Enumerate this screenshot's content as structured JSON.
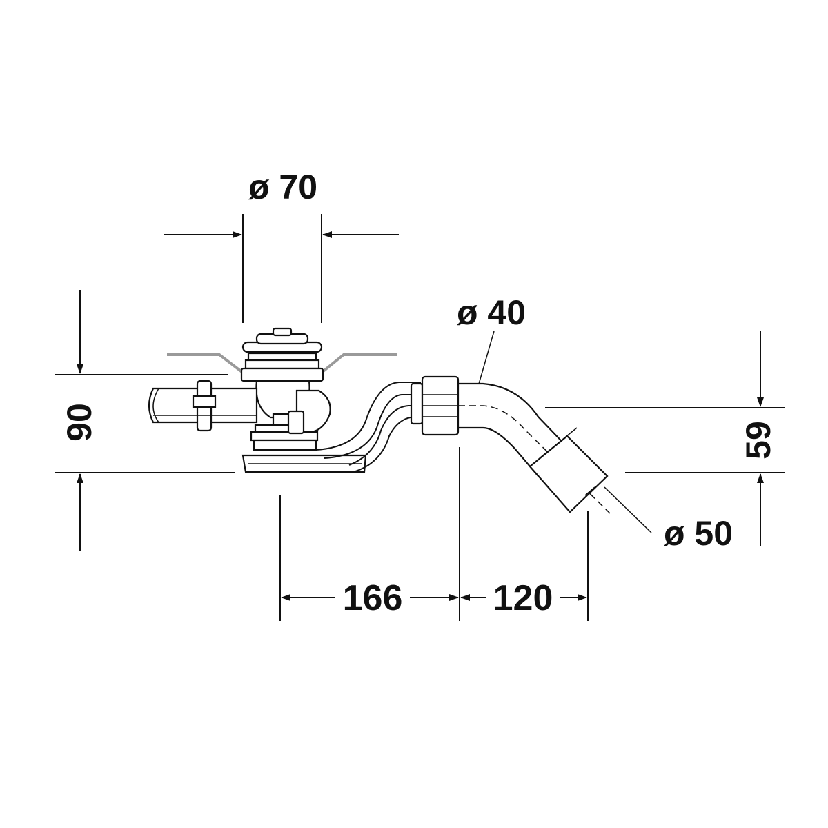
{
  "dimensions": {
    "diameter_top": "ø 70",
    "diameter_overflow": "ø 40",
    "diameter_outlet": "ø 50",
    "height_total": "90",
    "height_outlet": "59",
    "horizontal_left": "166",
    "horizontal_right": "120"
  },
  "colors": {
    "ink": "#111111",
    "tub_outline": "#9a9a9a",
    "background": "#ffffff"
  }
}
